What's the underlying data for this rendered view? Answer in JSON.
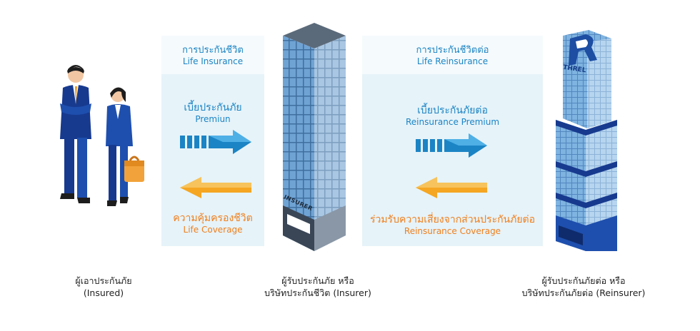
{
  "panel_left": {
    "header_th": "การประกันชีวิต",
    "header_en": "Life Insurance",
    "premium_th": "เบี้ยประกันภัย",
    "premium_en": "Premiun",
    "coverage_th": "ความคุ้มครองชีวิต",
    "coverage_en": "Life Coverage"
  },
  "panel_right": {
    "header_th": "การประกันชีวิตต่อ",
    "header_en": "Life Reinsurance",
    "premium_th": "เบี้ยประกันภัยต่อ",
    "premium_en": "Reinsurance Premium",
    "coverage_th": "ร่วมรับความเสี่ยงจากส่วนประกันภัยต่อ",
    "coverage_en": "Reinsurance Coverage"
  },
  "buildings": {
    "insurer_sign": "INSURER",
    "reinsurer_sign": "THREL"
  },
  "captions": {
    "insured_th": "ผู้เอาประกันภัย",
    "insured_en": "(Insured)",
    "insurer_th": "ผู้รับประกันภัย หรือ",
    "insurer_en": "บริษัทประกันชีวิต (Insurer)",
    "reinsurer_th": "ผู้รับประกันภัยต่อ หรือ",
    "reinsurer_en": "บริษัทประกันภัยต่อ (Reinsurer)"
  },
  "colors": {
    "blue_text": "#1b84c4",
    "orange_text": "#f07f1c",
    "panel_bg": "#e6f3f9",
    "arrow_blue": "#1b84c4",
    "arrow_orange": "#f5a623"
  }
}
